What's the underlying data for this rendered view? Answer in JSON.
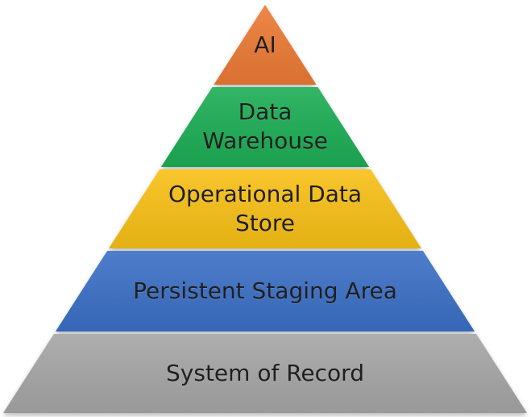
{
  "diagram": {
    "tiers": [
      {
        "label": "AI",
        "color": "#ec7a35"
      },
      {
        "label": "Data\nWarehouse",
        "color": "#1cae55"
      },
      {
        "label": "Operational Data\nStore",
        "color": "#f8c013"
      },
      {
        "label": "Persistent Staging Area",
        "color": "#3a70c6"
      },
      {
        "label": "System of Record",
        "color": "#a6a6a6"
      }
    ]
  }
}
